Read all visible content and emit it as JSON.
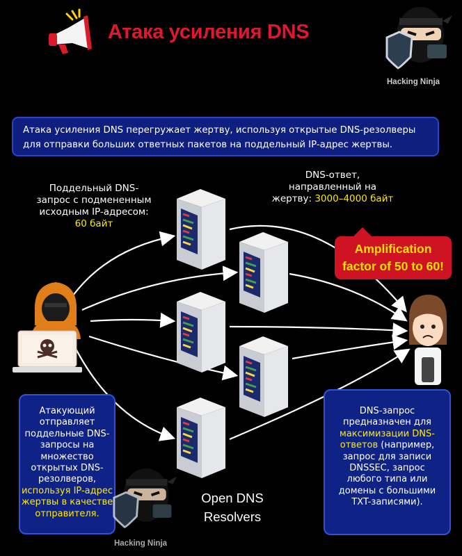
{
  "header": {
    "title": "Атака усиления DNS",
    "brand": "Hacking Ninja"
  },
  "intro": {
    "text": "Атака усиления DNS перегружает жертву, используя открытые DNS-резолверы для отправки больших ответных пакетов на поддельный IP-адрес жертвы."
  },
  "spoofed_request": {
    "line1": "Поддельный DNS-",
    "line2": "запрос с подмененным",
    "line3": "исходным IP-адресом:",
    "size": "60 байт"
  },
  "dns_response": {
    "line1": "DNS-ответ,",
    "line2": "направленный на",
    "line3_prefix": "жертву: ",
    "size": "3000–4000 байт"
  },
  "amplification": {
    "line1": "Amplification",
    "line2": "factor of 50 to 60!"
  },
  "attacker_box": {
    "line1": "Атакующий",
    "line2": "отправляет",
    "line3": "поддельные DNS-",
    "line4": "запросы на",
    "line5": "множество",
    "line6": "открытых DNS-",
    "line7": "резолверов,",
    "hl1": "используя IP-адрес",
    "hl2": "жертвы в качестве",
    "hl3": "отправителя."
  },
  "query_box": {
    "line1": "DNS-запрос",
    "line2": "предназначен для",
    "hl1": "максимизации DNS-",
    "hl2": "ответов",
    "line3_rest": " (например,",
    "line4": "запрос для записи",
    "line5": "DNSSEC, запрос",
    "line6": "любого типа или",
    "line7": "домены с большими",
    "line8": "TXT-записями)."
  },
  "resolvers": {
    "line1": "Open DNS",
    "line2": "Resolvers"
  },
  "colors": {
    "title": "#e0182d",
    "highlight": "#ffea00",
    "box_blue": "#0f2387",
    "callout_red": "#cf1322"
  },
  "icons": [
    "megaphone-icon",
    "ninja-logo-icon",
    "hooded-hacker-icon",
    "skull-laptop-icon",
    "dns-server-icon",
    "victim-person-icon"
  ]
}
